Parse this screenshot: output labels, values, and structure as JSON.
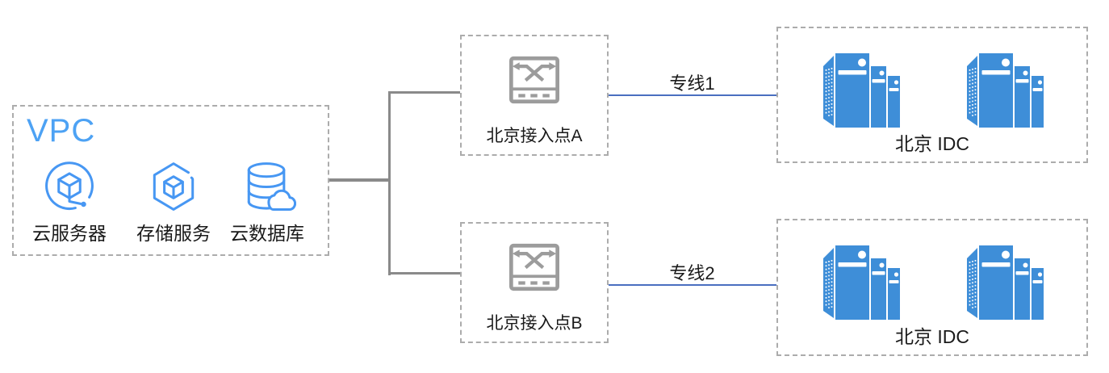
{
  "vpc": {
    "label": "VPC",
    "resources": [
      {
        "label": "云服务器",
        "icon": "cloud-server-icon"
      },
      {
        "label": "存储服务",
        "icon": "storage-service-icon"
      },
      {
        "label": "云数据库",
        "icon": "cloud-database-icon"
      }
    ]
  },
  "access_points": [
    {
      "label": "北京接入点A",
      "icon": "switch-icon"
    },
    {
      "label": "北京接入点B",
      "icon": "switch-icon"
    }
  ],
  "idc_sites": [
    {
      "label": "北京 IDC",
      "icon": "server-cluster-icon"
    },
    {
      "label": "北京 IDC",
      "icon": "server-cluster-icon"
    }
  ],
  "connections": [
    {
      "label": "专线1",
      "from": "北京接入点A",
      "to": "北京 IDC"
    },
    {
      "label": "专线2",
      "from": "北京接入点B",
      "to": "北京 IDC"
    }
  ],
  "colors": {
    "vpc_title_blue": "#4da2f4",
    "resource_icon_blue": "#4797f3",
    "server_icon_blue": "#3e8ed8",
    "switch_icon_gray": "#9c9c9c",
    "connector_gray": "#8a8a8a",
    "link_line_blue": "#4a6fc0",
    "dashed_border_gray": "#acacac",
    "label_text": "#1a1a1a"
  }
}
